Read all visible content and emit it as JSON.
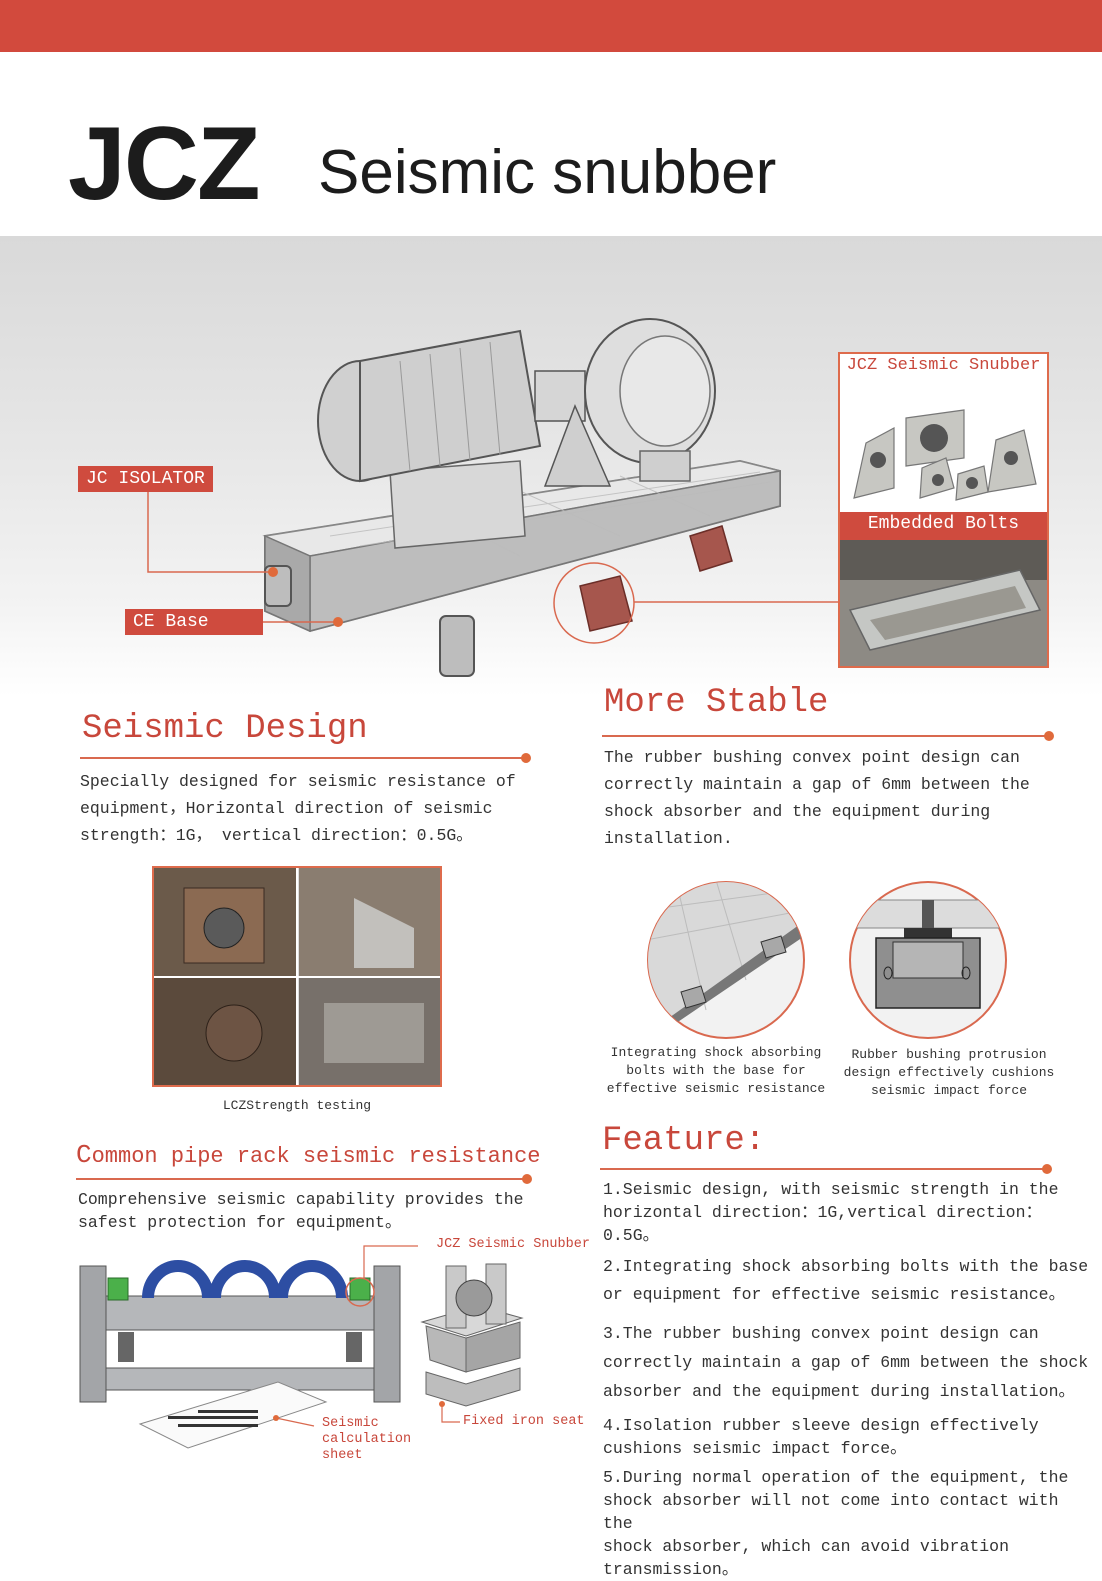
{
  "header": {
    "brand": "JCZ",
    "title": "Seismic snubber"
  },
  "hero": {
    "label_isolator": "JC ISOLATOR",
    "label_base": "CE  Base",
    "label_snubber": "JCZ Seismic Snubber",
    "label_bolts": "Embedded Bolts"
  },
  "seismic_design": {
    "title": "Seismic Design",
    "lines": [
      "Specially designed for seismic resistance of",
      "equipment，Horizontal direction of seismic",
      "strength：1G， vertical direction：0.5G。"
    ],
    "photo_caption": "LCZStrength testing"
  },
  "more_stable": {
    "title": "More Stable",
    "lines": [
      "The rubber bushing convex point design can",
      "correctly maintain a gap of 6mm between the",
      "shock absorber and the equipment during",
      "installation."
    ],
    "caption_left": [
      "Integrating shock absorbing",
      "bolts with the base for",
      "effective seismic resistance"
    ],
    "caption_right": [
      "Rubber bushing protrusion",
      "design effectively cushions",
      "seismic impact force"
    ]
  },
  "pipe_rack": {
    "title_first": "C",
    "title_rest": "ommon pipe rack seismic resistance",
    "lines": [
      "Comprehensive seismic capability provides the",
      "safest protection for equipment。"
    ],
    "label_snubber": "JCZ Seismic Snubber",
    "label_sheet": [
      "Seismic",
      "calculation",
      "sheet"
    ],
    "label_seat": "Fixed iron seat"
  },
  "feature": {
    "title": "Feature:",
    "items": [
      [
        "1.Seismic design, with seismic strength in the",
        "horizontal direction：1G,vertical direction：0.5G。"
      ],
      [
        "2.Integrating shock absorbing bolts with the base",
        "or equipment for effective seismic resistance。"
      ],
      [
        "3.The rubber bushing convex point design can",
        "correctly maintain a gap of 6mm between the shock",
        "absorber and the equipment during installation。"
      ],
      [
        "4.Isolation rubber sleeve design effectively",
        "cushions seismic impact force。"
      ],
      [
        "5.During normal operation of the equipment, the",
        "shock absorber will not come into contact with the",
        "shock absorber, which can avoid vibration",
        "transmission。"
      ]
    ]
  }
}
